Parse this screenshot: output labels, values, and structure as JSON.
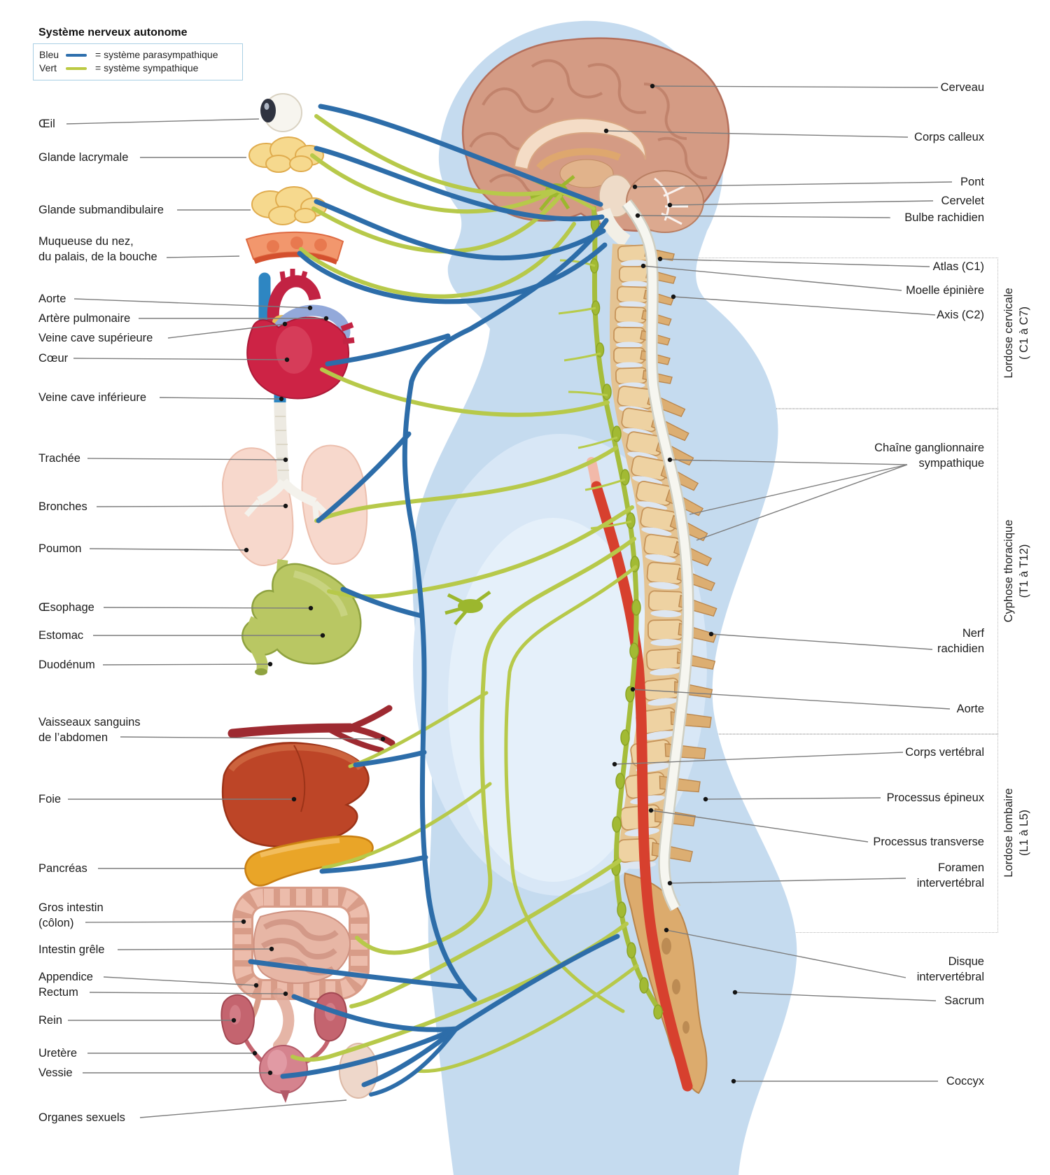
{
  "title": "Système nerveux autonome",
  "legend": {
    "rows": [
      {
        "color_name": "Bleu",
        "desc": "= système parasympathique",
        "color": "#2e6fad"
      },
      {
        "color_name": "Vert",
        "desc": "= système sympathique",
        "color": "#bcca43"
      }
    ]
  },
  "labels_left": [
    {
      "text": "Œil"
    },
    {
      "text": "Glande lacrymale"
    },
    {
      "text": "Glande submandibulaire"
    },
    {
      "text": "Muqueuse du nez,\ndu palais, de la bouche"
    },
    {
      "text": "Aorte"
    },
    {
      "text": "Artère pulmonaire"
    },
    {
      "text": "Veine cave supérieure"
    },
    {
      "text": "Cœur"
    },
    {
      "text": "Veine cave inférieure"
    },
    {
      "text": "Trachée"
    },
    {
      "text": "Bronches"
    },
    {
      "text": "Poumon"
    },
    {
      "text": "Œsophage"
    },
    {
      "text": "Estomac"
    },
    {
      "text": "Duodénum"
    },
    {
      "text": "Vaisseaux sanguins\nde l’abdomen"
    },
    {
      "text": "Foie"
    },
    {
      "text": "Pancréas"
    },
    {
      "text": "Gros intestin\n(côlon)"
    },
    {
      "text": "Intestin grêle"
    },
    {
      "text": "Appendice"
    },
    {
      "text": "Rectum"
    },
    {
      "text": "Rein"
    },
    {
      "text": "Uretère"
    },
    {
      "text": "Vessie"
    },
    {
      "text": "Organes sexuels"
    }
  ],
  "labels_right": [
    {
      "text": "Cerveau"
    },
    {
      "text": "Corps calleux"
    },
    {
      "text": "Pont"
    },
    {
      "text": "Cervelet"
    },
    {
      "text": "Bulbe rachidien"
    },
    {
      "text": "Atlas (C1)"
    },
    {
      "text": "Moelle épinière"
    },
    {
      "text": "Axis (C2)"
    },
    {
      "text": "Chaîne ganglionnaire\nsympathique"
    },
    {
      "text": "Nerf\nrachidien"
    },
    {
      "text": "Aorte"
    },
    {
      "text": "Corps vertébral"
    },
    {
      "text": "Processus épineux"
    },
    {
      "text": "Processus transverse"
    },
    {
      "text": "Foramen\nintervertébral"
    },
    {
      "text": "Disque\nintervertébral"
    },
    {
      "text": "Sacrum"
    },
    {
      "text": "Coccyx"
    }
  ],
  "brackets": [
    {
      "label": "Lordose cervicale\n( C1 à C7)"
    },
    {
      "label": "Cyphose thoracique\n(T1 à T12)"
    },
    {
      "label": "Lordose lombaire\n(L1 à L5)"
    }
  ],
  "colors": {
    "parasympathique_bleu": "#2e6fad",
    "sympathique_vert": "#b9c94a",
    "silhouette_bleu_clair": "#c5dbef",
    "aorte_rouge": "#d7402e",
    "os_vertebres": "#eed2a2",
    "coeur_rouge": "#cd2345"
  }
}
